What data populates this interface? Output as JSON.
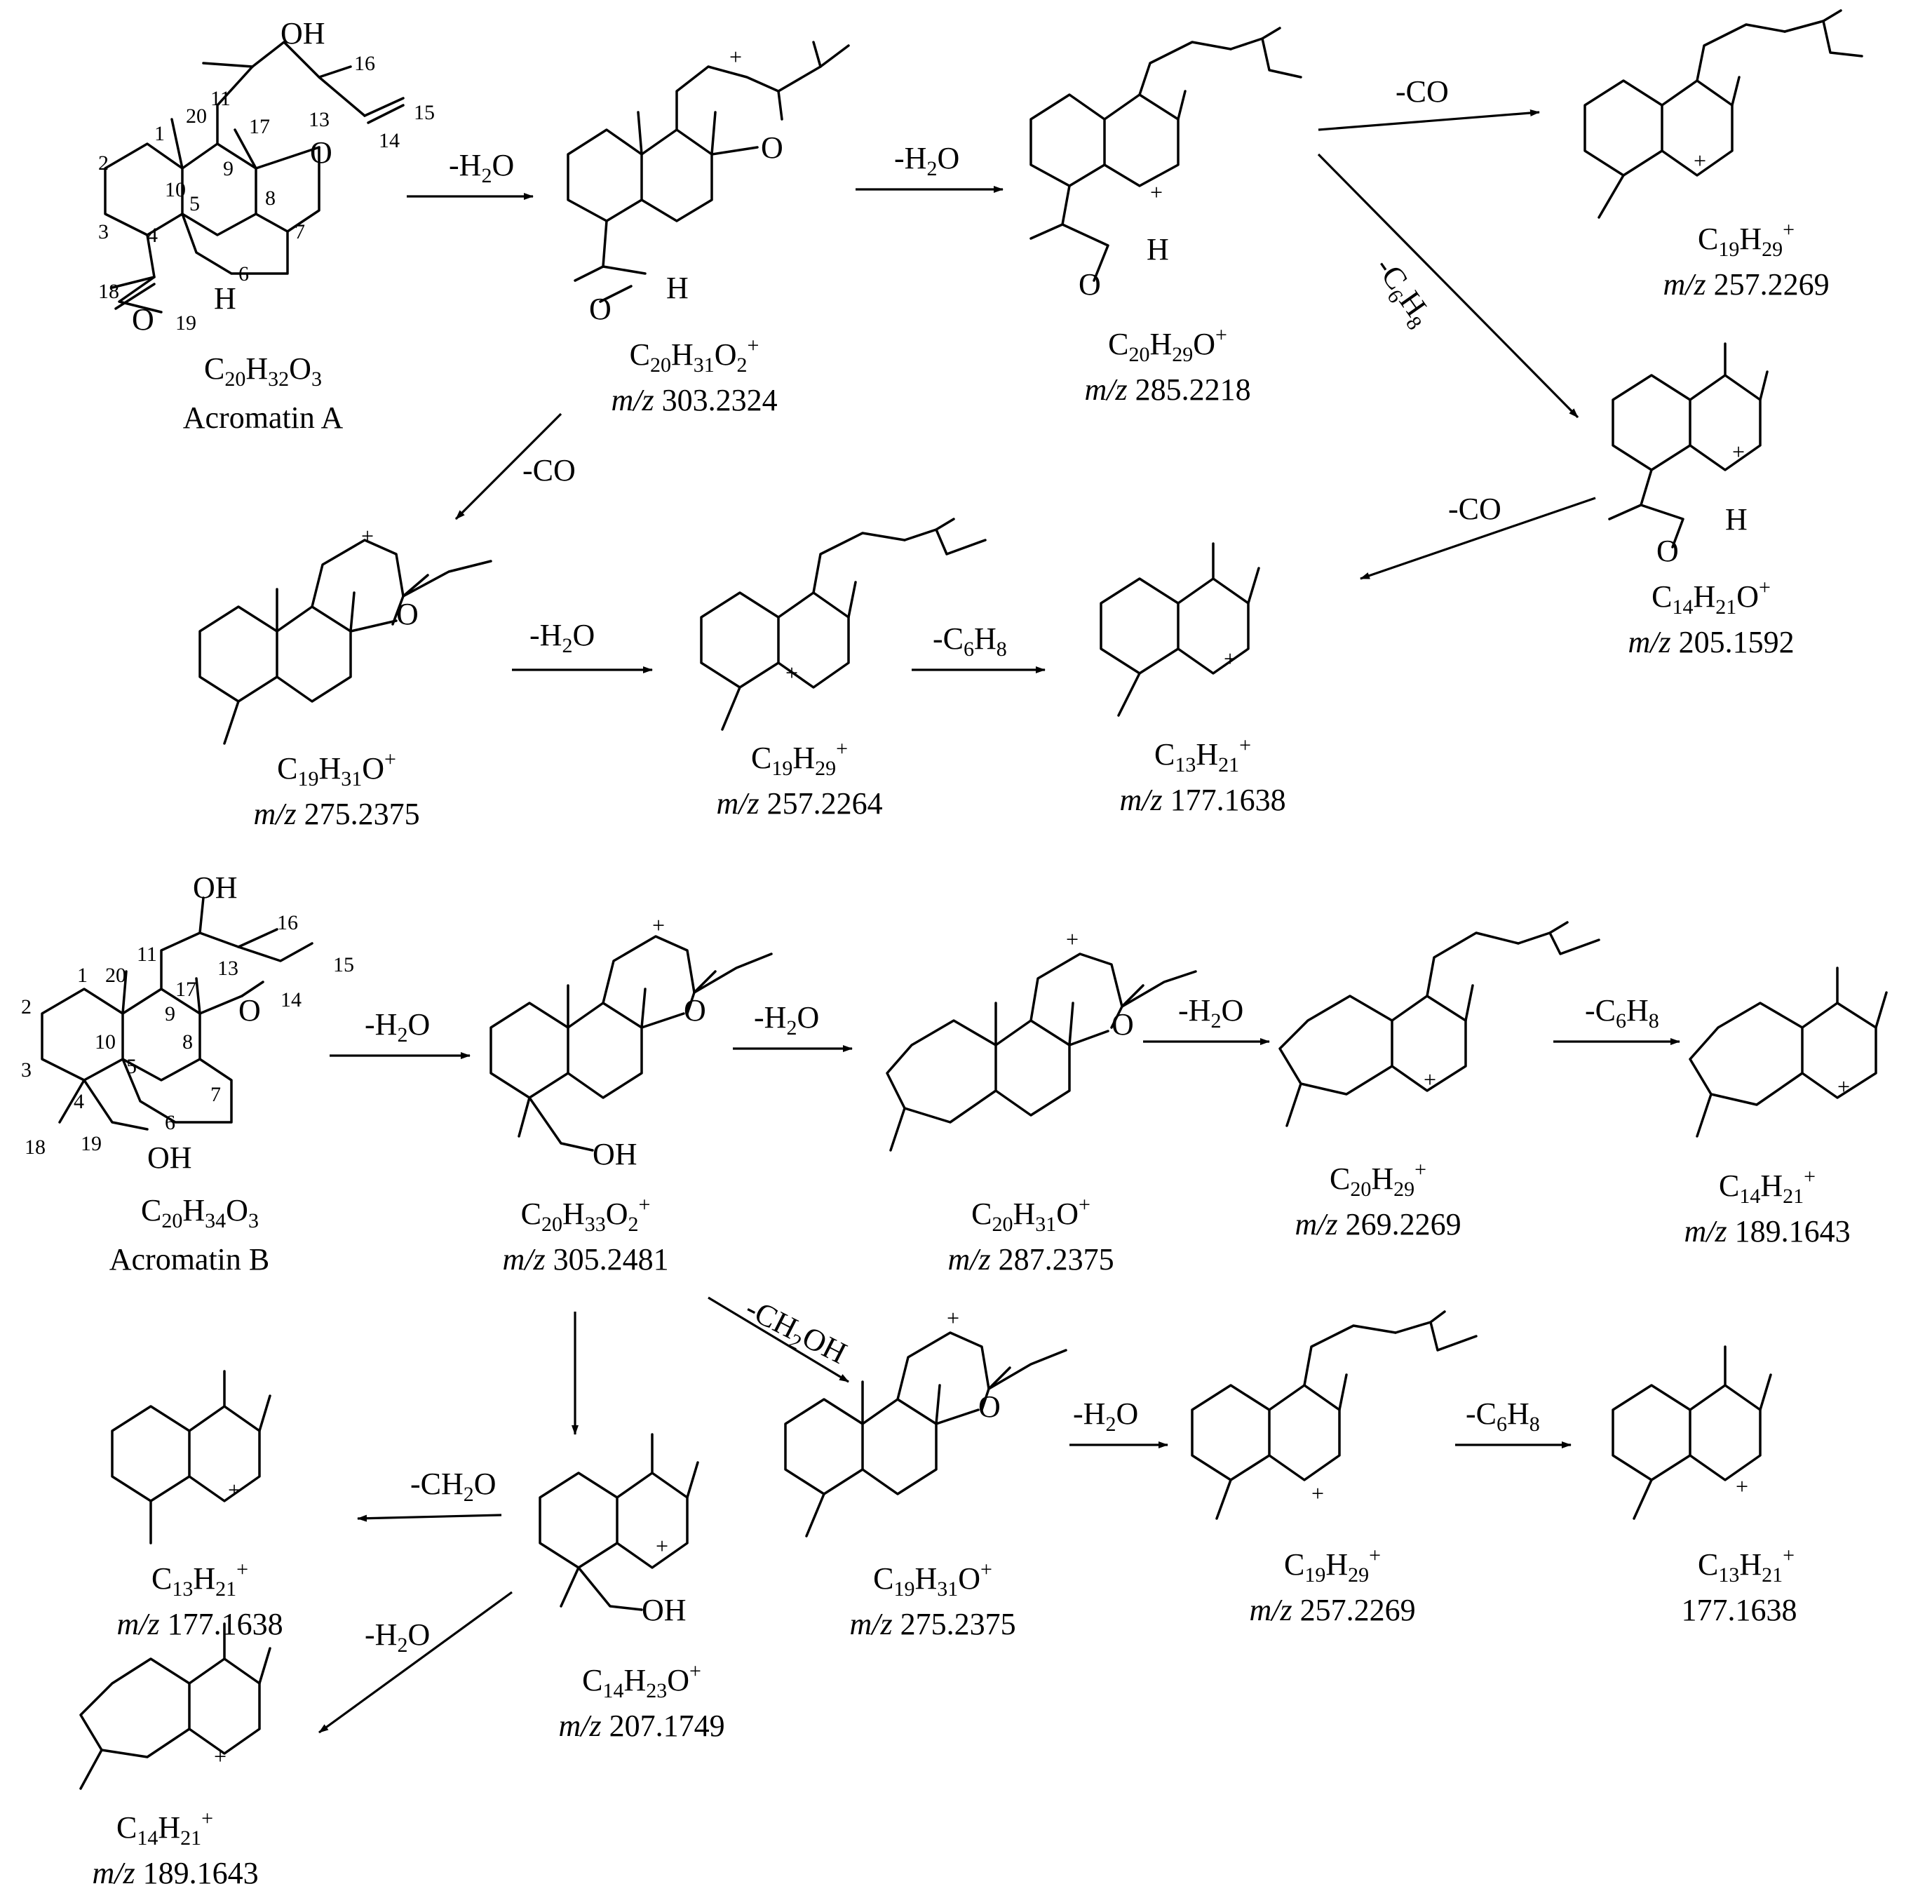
{
  "acromatin_a": {
    "formula": "C20H32O3",
    "name": "Acromatin A",
    "atoms": {
      "oh": "OH",
      "o_ring": "O",
      "o_ald": "O",
      "h_ald": "H"
    },
    "numbers": {
      "n1": "1",
      "n2": "2",
      "n3": "3",
      "n4": "4",
      "n5": "5",
      "n6": "6",
      "n7": "7",
      "n8": "8",
      "n9": "9",
      "n10": "10",
      "n11": "11",
      "n13": "13",
      "n14": "14",
      "n15": "15",
      "n16": "16",
      "n17": "17",
      "n18": "18",
      "n19": "19",
      "n20": "20"
    }
  },
  "acromatin_b": {
    "formula": "C20H34O3",
    "name": "Acromatin B",
    "atoms": {
      "oh": "OH",
      "o_ring": "O",
      "oh19": "OH"
    },
    "numbers": {
      "n1": "1",
      "n2": "2",
      "n3": "3",
      "n4": "4",
      "n5": "5",
      "n6": "6",
      "n7": "7",
      "n8": "8",
      "n9": "9",
      "n10": "10",
      "n11": "11",
      "n13": "13",
      "n14": "14",
      "n15": "15",
      "n16": "16",
      "n17": "17",
      "n18": "18",
      "n19": "19",
      "n20": "20"
    }
  },
  "ions": {
    "a1": {
      "formula": "C20H31O2+",
      "mz": "303.2324"
    },
    "a2": {
      "formula": "C20H29O+",
      "mz": "285.2218"
    },
    "a3": {
      "formula": "C19H29+",
      "mz": "257.2269"
    },
    "a4": {
      "formula": "C14H21O+",
      "mz": "205.1592"
    },
    "a5": {
      "formula": "C19H31O+",
      "mz": "275.2375"
    },
    "a6": {
      "formula": "C19H29+",
      "mz": "257.2264"
    },
    "a7": {
      "formula": "C13H21+",
      "mz": "177.1638"
    },
    "b1": {
      "formula": "C20H33O2+",
      "mz": "305.2481"
    },
    "b2": {
      "formula": "C20H31O+",
      "mz": "287.2375"
    },
    "b3": {
      "formula": "C20H29+",
      "mz": "269.2269"
    },
    "b4": {
      "formula": "C14H21+",
      "mz": "189.1643"
    },
    "b5": {
      "formula": "C19H31O+",
      "mz": "275.2375"
    },
    "b6": {
      "formula": "C19H29+",
      "mz": "257.2269"
    },
    "b7": {
      "formula": "C13H21+",
      "mz": "177.1638"
    },
    "b8": {
      "formula": "C14H23O+",
      "mz": "207.1749"
    },
    "b9": {
      "formula": "C13H21+",
      "mz": "177.1638"
    },
    "b10": {
      "formula": "C14H21+",
      "mz": "189.1643"
    }
  },
  "atom_text": {
    "o": "O",
    "h": "H",
    "oh": "OH",
    "plus": "+"
  },
  "mz_prefix": "m/z",
  "arrow_labels": {
    "h2o": "-H2O",
    "co": "-CO",
    "c6h8": "-C6H8",
    "ch2oh": "-CH2OH",
    "ch2o": "-CH2O"
  }
}
